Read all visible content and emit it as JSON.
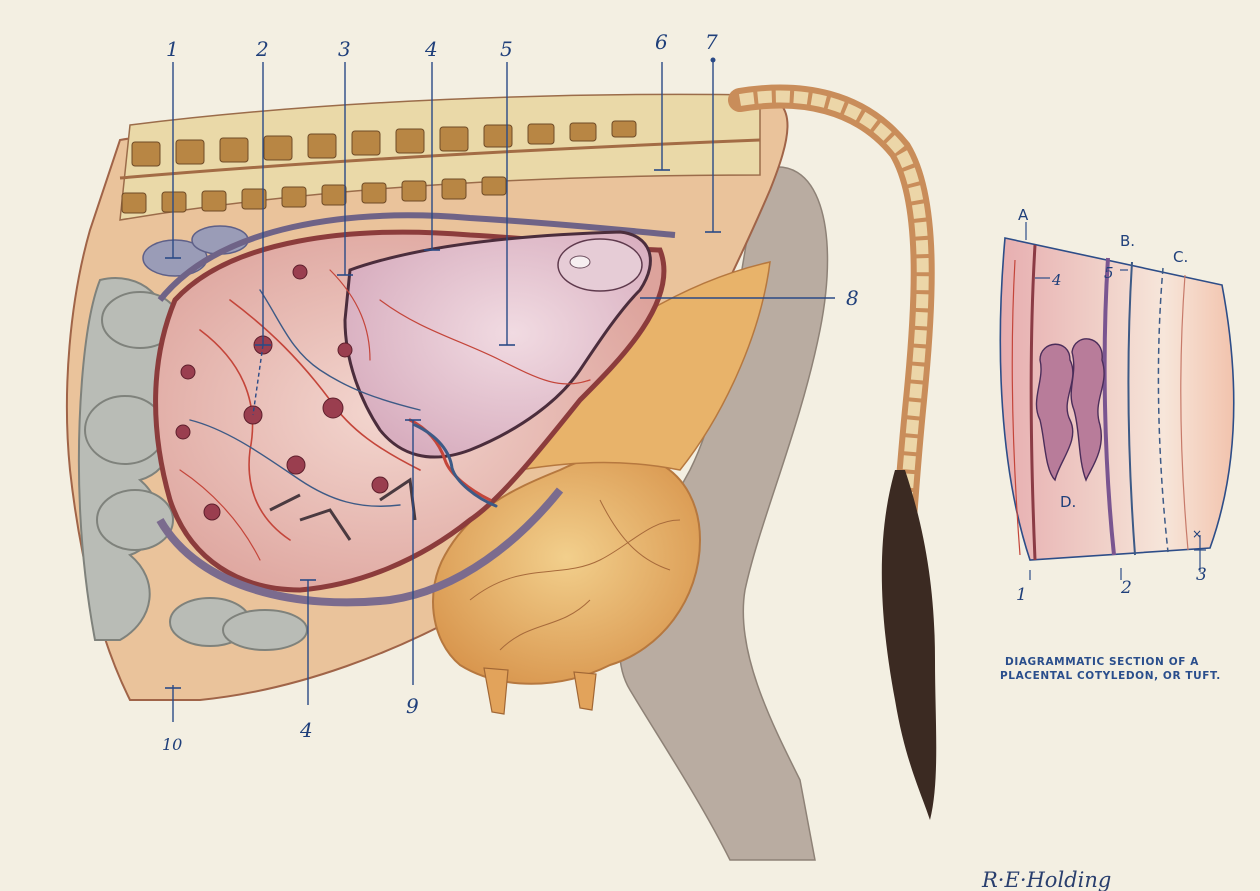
{
  "main_figure": {
    "labels": {
      "l1": "1",
      "l2": "2",
      "l3": "3",
      "l4_top": "4",
      "l5": "5",
      "l6": "6",
      "l7": "7",
      "l8": "8",
      "l9": "9",
      "l4_bottom": "4",
      "l10": "10"
    }
  },
  "inset": {
    "letters": {
      "A": "A",
      "B": "B.",
      "C": "C.",
      "D": "D."
    },
    "numbers": {
      "n4": "4",
      "n5": "5",
      "n1": "1",
      "n2": "2",
      "n3": "3",
      "x": "×"
    },
    "caption_line1": "DIAGRAMMATIC SECTION OF A",
    "caption_line2": "PLACENTAL COTYLEDON, OR TUFT."
  },
  "signature": "R·E·Holding",
  "colors": {
    "background": "#f3efe2",
    "label_ink": "#1f3f7a",
    "uterus": "#e7b7b0",
    "fetus": "#e9c7cf",
    "udder": "#e8b36a",
    "intestine": "#b9bcb6",
    "leg": "#b9aca1",
    "vessel_red": "#c4453a",
    "vessel_blue": "#3d5a86"
  }
}
